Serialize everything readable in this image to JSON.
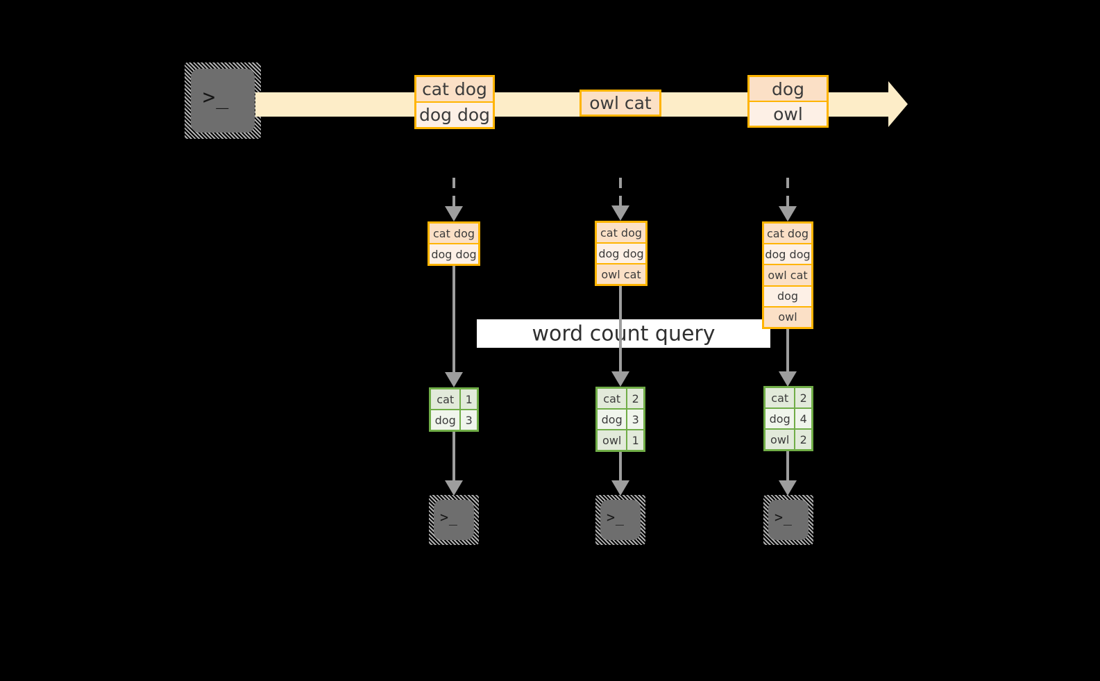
{
  "diagram": {
    "title": "word count query",
    "colors": {
      "background": "#000000",
      "stream_fill": "#fdedc8",
      "message_border": "#ffb400",
      "message_fill_dark": "#fbe0c6",
      "message_fill_light": "#fdf0e6",
      "table_border": "#70ad47",
      "table_fill_dark": "#e2eada",
      "table_fill_light": "#f0f5ec",
      "arrow_gray": "#9e9e9e",
      "terminal_body": "#6e6e6e",
      "band_fill": "#ffffff"
    },
    "producer_terminal": {
      "icon": "terminal-prompt-icon",
      "glyph": ">_"
    },
    "stream": {
      "messages": [
        {
          "id": "m1",
          "rows": [
            {
              "text": "cat dog",
              "shade": "dark"
            },
            {
              "text": "dog dog",
              "shade": "light"
            }
          ]
        },
        {
          "id": "m2",
          "rows": [
            {
              "text": "owl cat",
              "shade": "dark"
            }
          ]
        },
        {
          "id": "m3",
          "rows": [
            {
              "text": "dog",
              "shade": "dark"
            },
            {
              "text": "owl",
              "shade": "light"
            }
          ]
        }
      ]
    },
    "snapshots": [
      {
        "id": "t1",
        "log": [
          {
            "text": "cat dog",
            "shade": "dark"
          },
          {
            "text": "dog dog",
            "shade": "light"
          }
        ],
        "result": {
          "rows": [
            {
              "key": "cat",
              "value": "1",
              "shade": "dark"
            },
            {
              "key": "dog",
              "value": "3",
              "shade": "light"
            }
          ]
        },
        "consumer_terminal": {
          "icon": "terminal-prompt-icon",
          "glyph": ">_"
        }
      },
      {
        "id": "t2",
        "log": [
          {
            "text": "cat dog",
            "shade": "dark"
          },
          {
            "text": "dog dog",
            "shade": "light"
          },
          {
            "text": "owl cat",
            "shade": "dark"
          }
        ],
        "result": {
          "rows": [
            {
              "key": "cat",
              "value": "2",
              "shade": "dark"
            },
            {
              "key": "dog",
              "value": "3",
              "shade": "light"
            },
            {
              "key": "owl",
              "value": "1",
              "shade": "dark"
            }
          ]
        },
        "consumer_terminal": {
          "icon": "terminal-prompt-icon",
          "glyph": ">_"
        }
      },
      {
        "id": "t3",
        "log": [
          {
            "text": "cat dog",
            "shade": "dark"
          },
          {
            "text": "dog dog",
            "shade": "light"
          },
          {
            "text": "owl cat",
            "shade": "dark"
          },
          {
            "text": "dog",
            "shade": "light"
          },
          {
            "text": "owl",
            "shade": "dark"
          }
        ],
        "result": {
          "rows": [
            {
              "key": "cat",
              "value": "2",
              "shade": "dark"
            },
            {
              "key": "dog",
              "value": "4",
              "shade": "light"
            },
            {
              "key": "owl",
              "value": "2",
              "shade": "dark"
            }
          ]
        },
        "consumer_terminal": {
          "icon": "terminal-prompt-icon",
          "glyph": ">_"
        }
      }
    ]
  }
}
